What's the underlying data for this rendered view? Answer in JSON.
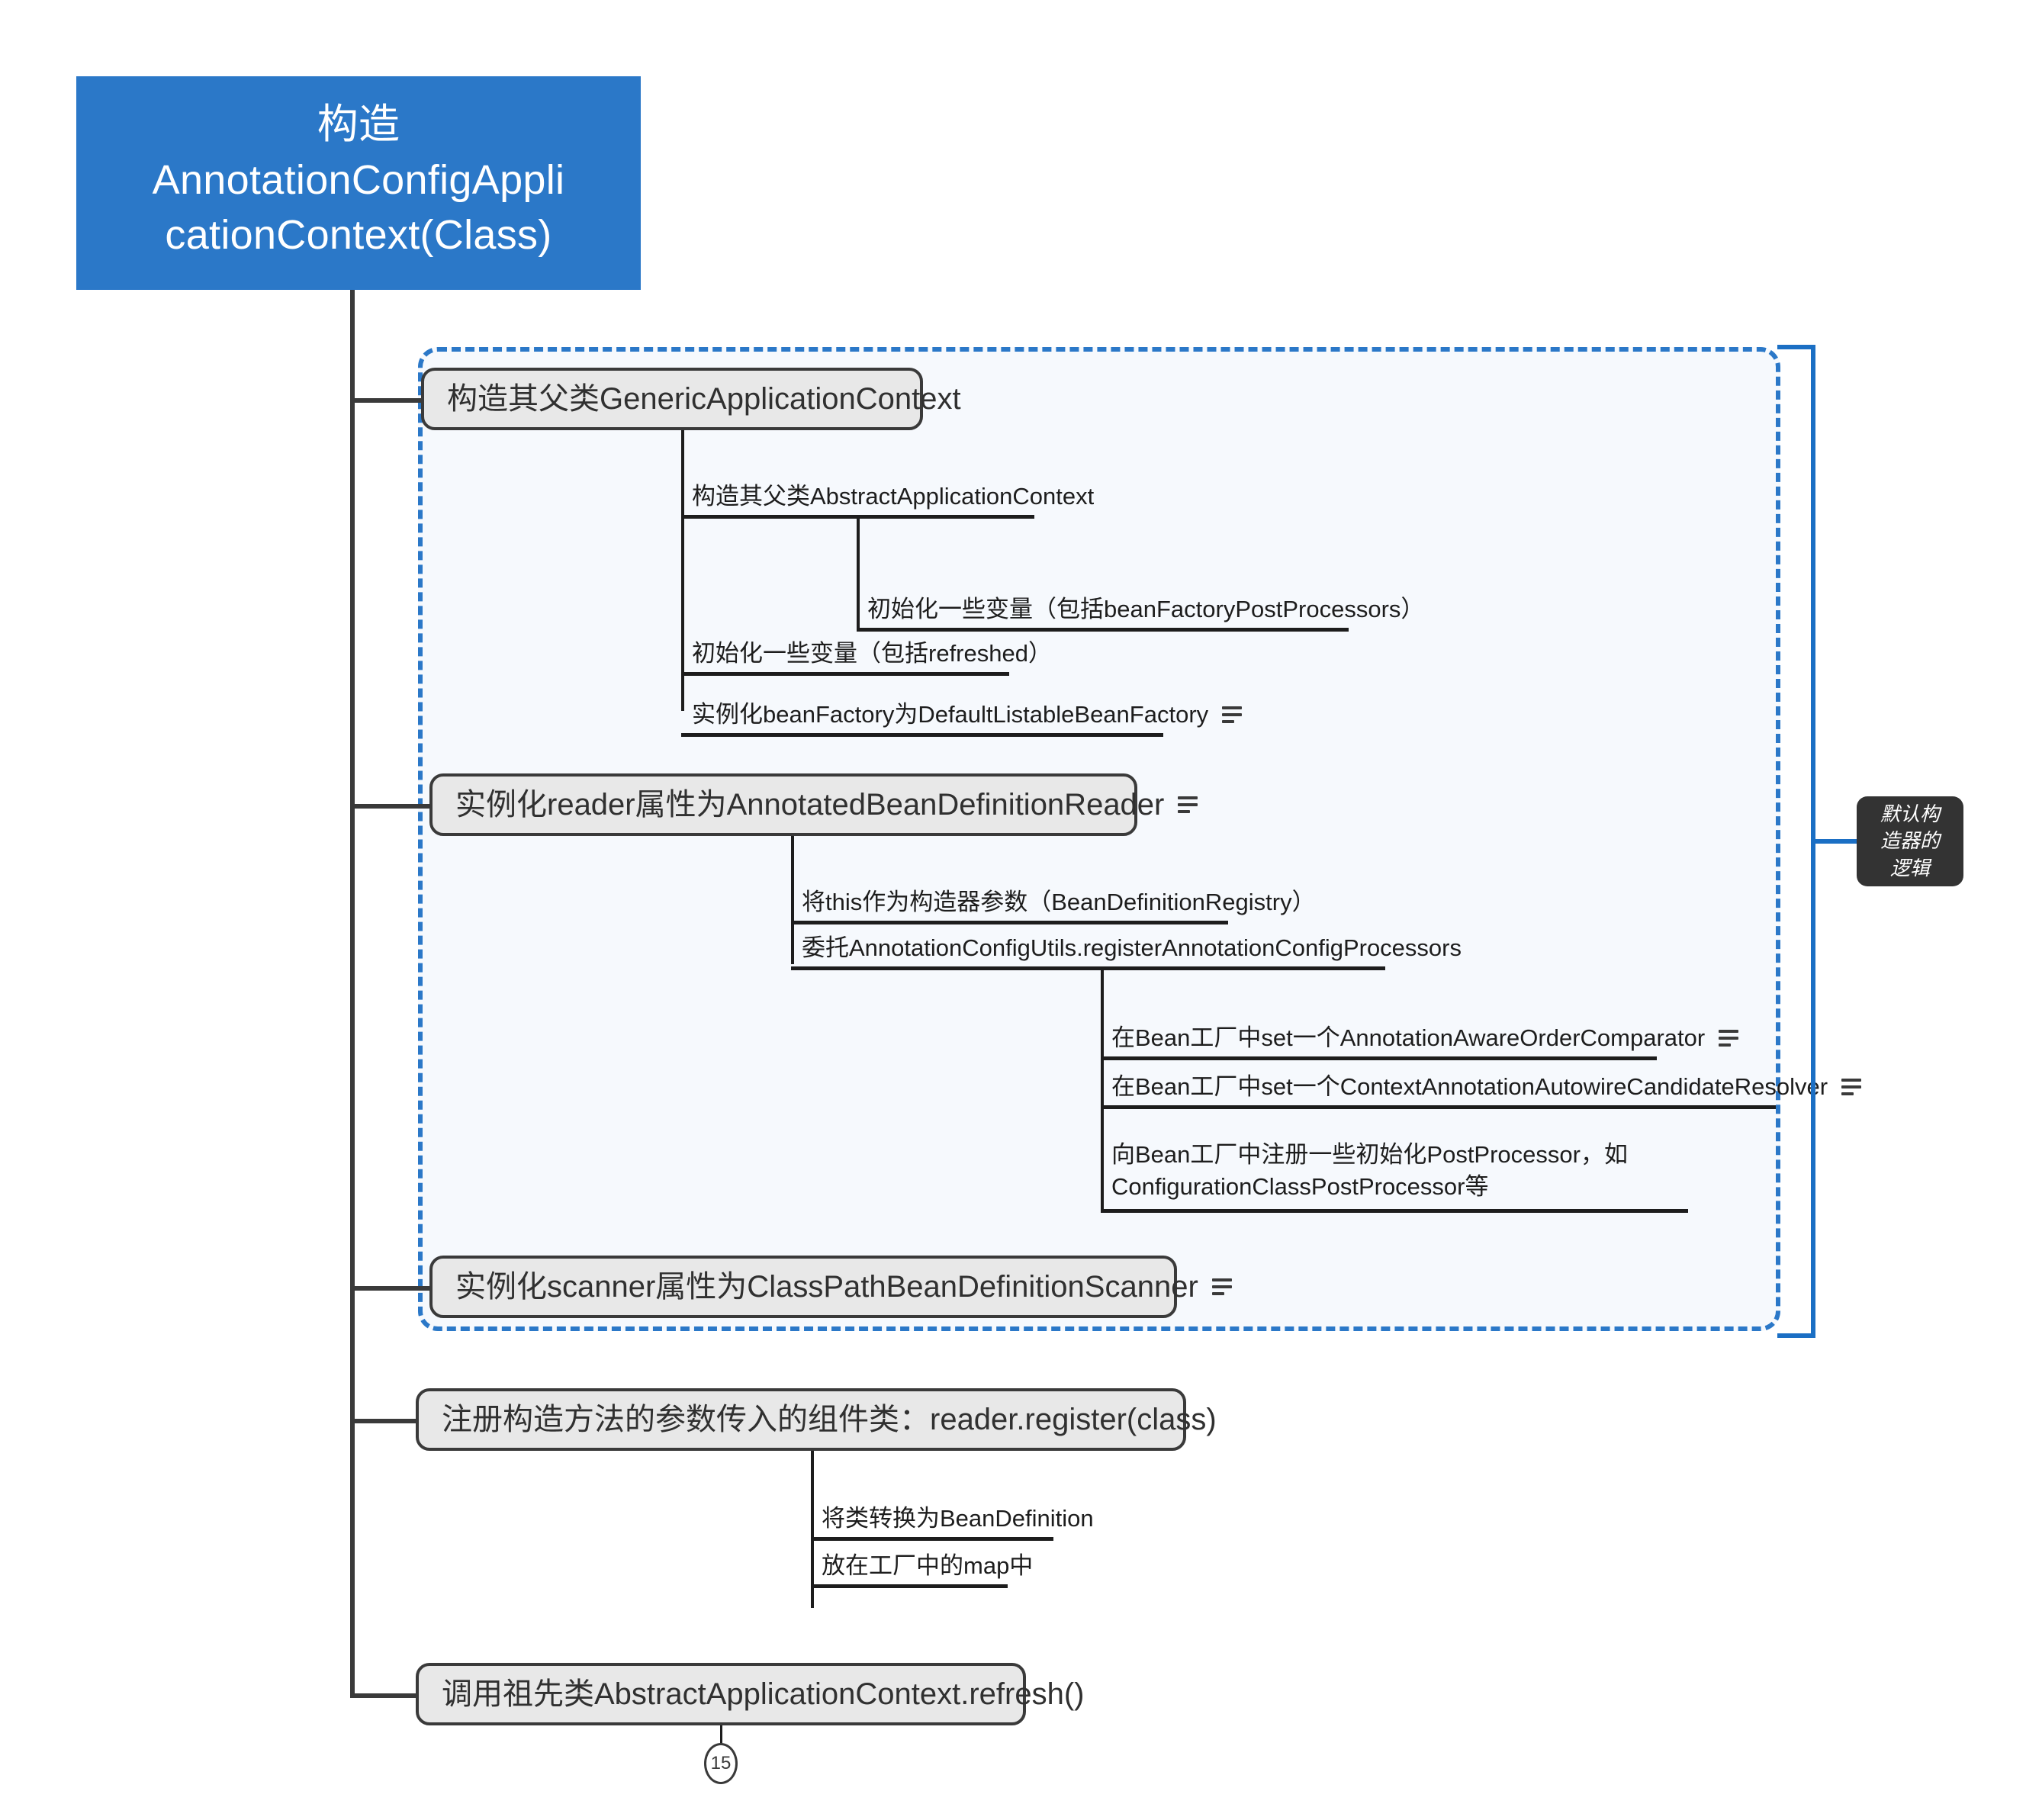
{
  "diagram": {
    "type": "mindmap",
    "page_badge": "15",
    "colors": {
      "root_fill": "#2b78c8",
      "node_fill": "#e8e8e8",
      "node_border": "#3a3a3a",
      "boundary": "#2b78c8",
      "bracket": "#1b6fc4",
      "callout_fill": "#333333"
    }
  },
  "root": {
    "line1": "构造",
    "line2": "AnnotationConfigAppli",
    "line3": "cationContext(Class)"
  },
  "callout": {
    "line1": "默认构",
    "line2": "造器的",
    "line3": "逻辑"
  },
  "nodes": {
    "generic_context": {
      "label": "构造其父类GenericApplicationContext"
    },
    "abstract_context": {
      "label": "构造其父类AbstractApplicationContext"
    },
    "init_vars_bfpp": {
      "label": "初始化一些变量（包括beanFactoryPostProcessors）"
    },
    "init_vars_refreshed": {
      "label": "初始化一些变量（包括refreshed）"
    },
    "instantiate_beanfactory": {
      "label": "实例化beanFactory为DefaultListableBeanFactory",
      "has_notes": true
    },
    "reader_property": {
      "label": "实例化reader属性为AnnotatedBeanDefinitionReader",
      "has_notes": true
    },
    "this_as_ctor_arg": {
      "label": "将this作为构造器参数（BeanDefinitionRegistry）"
    },
    "delegate_register": {
      "label": "委托AnnotationConfigUtils.registerAnnotationConfigProcessors"
    },
    "set_order_comparator": {
      "label": "在Bean工厂中set一个AnnotationAwareOrderComparator",
      "has_notes": true
    },
    "set_candidate_resolver": {
      "label": "在Bean工厂中set一个ContextAnnotationAutowireCandidateResolver",
      "has_notes": true
    },
    "register_postprocessors": {
      "label": "向Bean工厂中注册一些初始化PostProcessor，如ConfigurationClassPostProcessor等"
    },
    "scanner_property": {
      "label": "实例化scanner属性为ClassPathBeanDefinitionScanner",
      "has_notes": true
    },
    "reader_register": {
      "label": "注册构造方法的参数传入的组件类：reader.register(class)"
    },
    "class_to_bd": {
      "label": "将类转换为BeanDefinition"
    },
    "put_in_map": {
      "label": "放在工厂中的map中"
    },
    "call_refresh": {
      "label": "调用祖先类AbstractApplicationContext.refresh()"
    }
  }
}
